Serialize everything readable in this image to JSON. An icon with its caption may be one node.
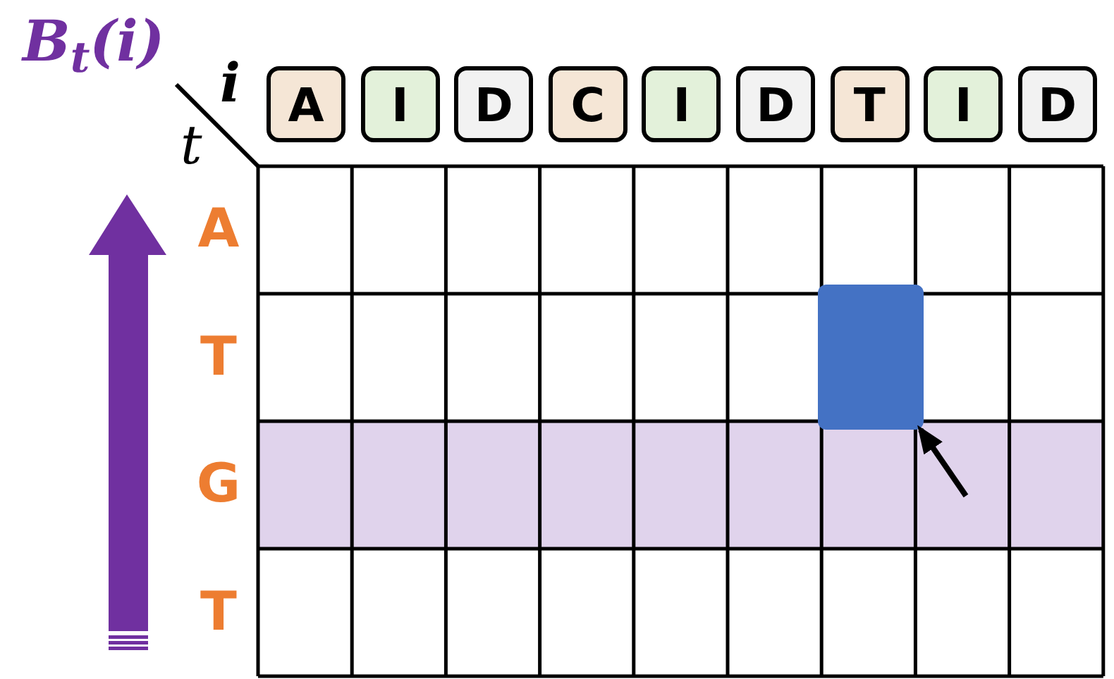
{
  "diagram": {
    "nodes": [
      {
        "text": [
          "A"
        ]
      },
      {
        "text": [
          "I"
        ]
      },
      {
        "text": [
          "D"
        ]
      },
      {
        "text": [
          "C"
        ]
      },
      {
        "text": [
          "I"
        ]
      },
      {
        "text": [
          "D"
        ]
      },
      {
        "text": [
          "T"
        ]
      },
      {
        "text": [
          "I"
        ]
      },
      {
        "text": [
          "D"
        ]
      },
      {
        "text": [],
        "shape": "box"
      }
    ],
    "edges": [
      {
        "from": null,
        "to": 9,
        "arrow": "to"
      }
    ],
    "labels": [
      "B$_{t}$(i)",
      "i",
      "t",
      "A",
      "T",
      "G",
      "T"
    ]
  }
}
